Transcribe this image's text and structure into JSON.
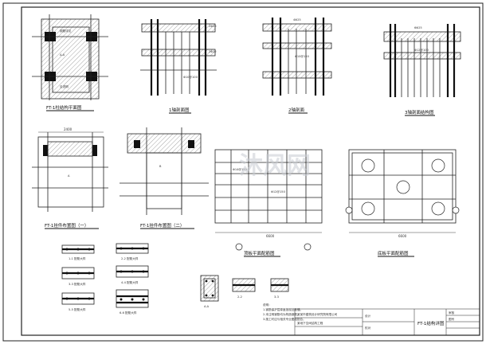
{
  "drawing": {
    "views": [
      {
        "id": "v1",
        "title": "FT-1柱结构平面图"
      },
      {
        "id": "v2",
        "title": "1轴剖面图"
      },
      {
        "id": "v3",
        "title": "2轴剖面"
      },
      {
        "id": "v4",
        "title": "3轴剖面结构图"
      },
      {
        "id": "v5",
        "title": "FT-1挂件布置图（一）"
      },
      {
        "id": "v6",
        "title": "FT-1挂件布置图（二）"
      },
      {
        "id": "v7",
        "title": "顶板平面配筋图"
      },
      {
        "id": "v8",
        "title": "底板平面配筋图"
      }
    ],
    "details": [
      {
        "id": "d1",
        "title": "1-1 配筋大样"
      },
      {
        "id": "d2",
        "title": "2-2 配筋大样"
      },
      {
        "id": "d3",
        "title": "3-3 配筋大样"
      },
      {
        "id": "d4",
        "title": "4-4 配筋大样"
      },
      {
        "id": "d5",
        "title": "5-5 配筋大样"
      },
      {
        "id": "d6",
        "title": "6-6 配筋大样"
      }
    ],
    "sections": [
      {
        "id": "s1",
        "title": "A-A"
      },
      {
        "id": "s2",
        "title": "2-2"
      },
      {
        "id": "s3",
        "title": "3-3"
      }
    ],
    "notes": [
      "说明：",
      "1.钢筋保护层厚度按规范取值。",
      "2.未注明钢筋均为构造钢筋。",
      "3.施工时应与相关专业图纸配合。"
    ],
    "watermark": "沐风网",
    "title_block": {
      "company": "某某市建筑设计研究院有限公司",
      "project": "某地下空间结构工程",
      "drawing_name": "FT-1结构详图",
      "labels": [
        "设计",
        "校对",
        "审核",
        "图号"
      ]
    }
  }
}
